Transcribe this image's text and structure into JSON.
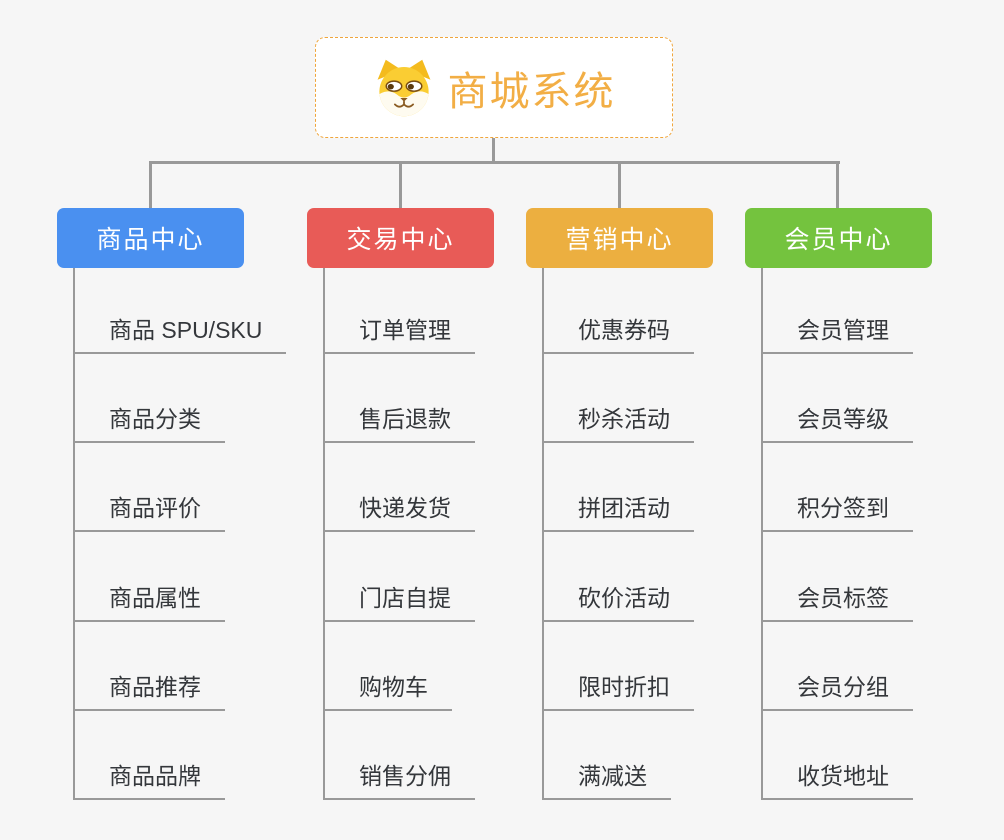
{
  "diagram": {
    "type": "mindmap-org-chart",
    "background_color": "#F6F6F6",
    "connector_color": "#999999"
  },
  "root": {
    "title": "商城系统",
    "title_color": "#F2AE45",
    "border_color": "#F0A63C",
    "icon": "shiba-dog-icon"
  },
  "branches": [
    {
      "label": "商品中心",
      "color": "#4A90F0",
      "items": [
        "商品 SPU/SKU",
        "商品分类",
        "商品评价",
        "商品属性",
        "商品推荐",
        "商品品牌"
      ]
    },
    {
      "label": "交易中心",
      "color": "#E85B57",
      "items": [
        "订单管理",
        "售后退款",
        "快递发货",
        "门店自提",
        "购物车",
        "销售分佣"
      ]
    },
    {
      "label": "营销中心",
      "color": "#ECAF40",
      "items": [
        "优惠券码",
        "秒杀活动",
        "拼团活动",
        "砍价活动",
        "限时折扣",
        "满减送"
      ]
    },
    {
      "label": "会员中心",
      "color": "#74C33E",
      "items": [
        "会员管理",
        "会员等级",
        "积分签到",
        "会员标签",
        "会员分组",
        "收货地址"
      ]
    }
  ]
}
